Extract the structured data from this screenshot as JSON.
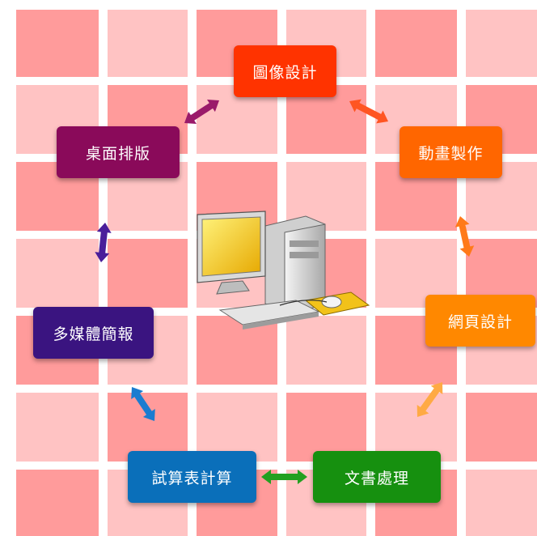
{
  "diagram": {
    "center": {
      "icon": "desktop-computer-icon"
    },
    "nodes": [
      {
        "id": "image-design",
        "label": "圖像設計",
        "color": "#ff3300"
      },
      {
        "id": "animation",
        "label": "動畫製作",
        "color": "#ff6600"
      },
      {
        "id": "web-design",
        "label": "網頁設計",
        "color": "#ff8800"
      },
      {
        "id": "word-processing",
        "label": "文書處理",
        "color": "#16900f"
      },
      {
        "id": "spreadsheet",
        "label": "試算表計算",
        "color": "#0a6fba"
      },
      {
        "id": "multimedia-presentation",
        "label": "多媒體簡報",
        "color": "#3a1480"
      },
      {
        "id": "desktop-publishing",
        "label": "桌面排版",
        "color": "#8a0a5a"
      }
    ],
    "links": [
      {
        "from": "image-design",
        "to": "animation",
        "color": "#ff5522"
      },
      {
        "from": "animation",
        "to": "web-design",
        "color": "#ff7a1a"
      },
      {
        "from": "web-design",
        "to": "word-processing",
        "color": "#ffaa44"
      },
      {
        "from": "word-processing",
        "to": "spreadsheet",
        "color": "#22a020"
      },
      {
        "from": "spreadsheet",
        "to": "multimedia-presentation",
        "color": "#1a7cd0"
      },
      {
        "from": "multimedia-presentation",
        "to": "desktop-publishing",
        "color": "#4a1e9a"
      },
      {
        "from": "desktop-publishing",
        "to": "image-design",
        "color": "#9a1a6a"
      }
    ]
  }
}
